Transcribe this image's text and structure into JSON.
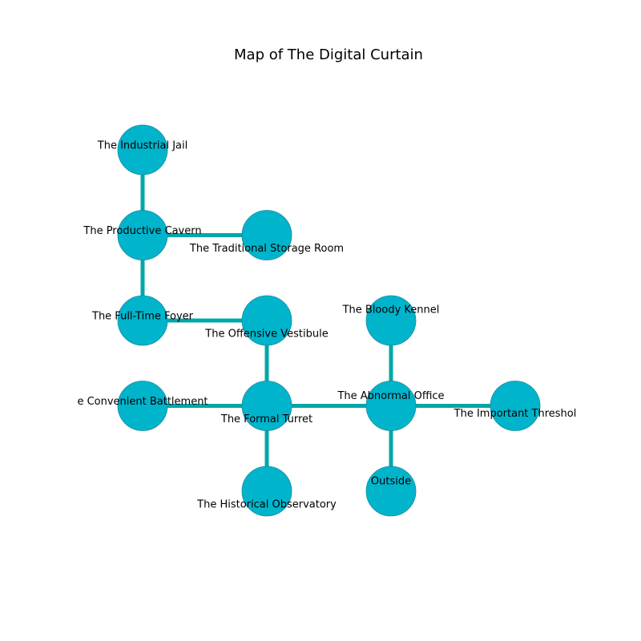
{
  "title": "Map of The Digital Curtain",
  "colors": {
    "room_fill": "#00b4cc",
    "room_stroke": "#1a8ca0",
    "corridor": "#00a7a7"
  },
  "rooms": [
    {
      "id": "industrial-jail",
      "label": "The Industrial Jail",
      "col": 0,
      "row": 0
    },
    {
      "id": "productive-cavern",
      "label": "The Productive Cavern",
      "col": 0,
      "row": 1
    },
    {
      "id": "traditional-storage-room",
      "label": "The Traditional Storage Room",
      "col": 1,
      "row": 1
    },
    {
      "id": "full-time-foyer",
      "label": "The Full-Time Foyer",
      "col": 0,
      "row": 2
    },
    {
      "id": "offensive-vestibule",
      "label": "The Offensive Vestibule",
      "col": 1,
      "row": 2
    },
    {
      "id": "bloody-kennel",
      "label": "The Bloody Kennel",
      "col": 2,
      "row": 2
    },
    {
      "id": "convenient-battlement",
      "label": "e Convenient Battlement",
      "col": 0,
      "row": 3
    },
    {
      "id": "formal-turret",
      "label": "The Formal Turret",
      "col": 1,
      "row": 3
    },
    {
      "id": "abnormal-office",
      "label": "The Abnormal Office",
      "col": 2,
      "row": 3
    },
    {
      "id": "important-threshold",
      "label": "The Important Threshol",
      "col": 3,
      "row": 3
    },
    {
      "id": "historical-observatory",
      "label": "The Historical Observatory",
      "col": 1,
      "row": 4
    },
    {
      "id": "outside",
      "label": "Outside",
      "col": 2,
      "row": 4
    }
  ],
  "corridors": [
    [
      "industrial-jail",
      "productive-cavern"
    ],
    [
      "productive-cavern",
      "traditional-storage-room"
    ],
    [
      "productive-cavern",
      "full-time-foyer"
    ],
    [
      "full-time-foyer",
      "offensive-vestibule"
    ],
    [
      "offensive-vestibule",
      "formal-turret"
    ],
    [
      "convenient-battlement",
      "formal-turret"
    ],
    [
      "formal-turret",
      "historical-observatory"
    ],
    [
      "formal-turret",
      "abnormal-office"
    ],
    [
      "bloody-kennel",
      "abnormal-office"
    ],
    [
      "abnormal-office",
      "important-threshold"
    ],
    [
      "abnormal-office",
      "outside"
    ]
  ]
}
